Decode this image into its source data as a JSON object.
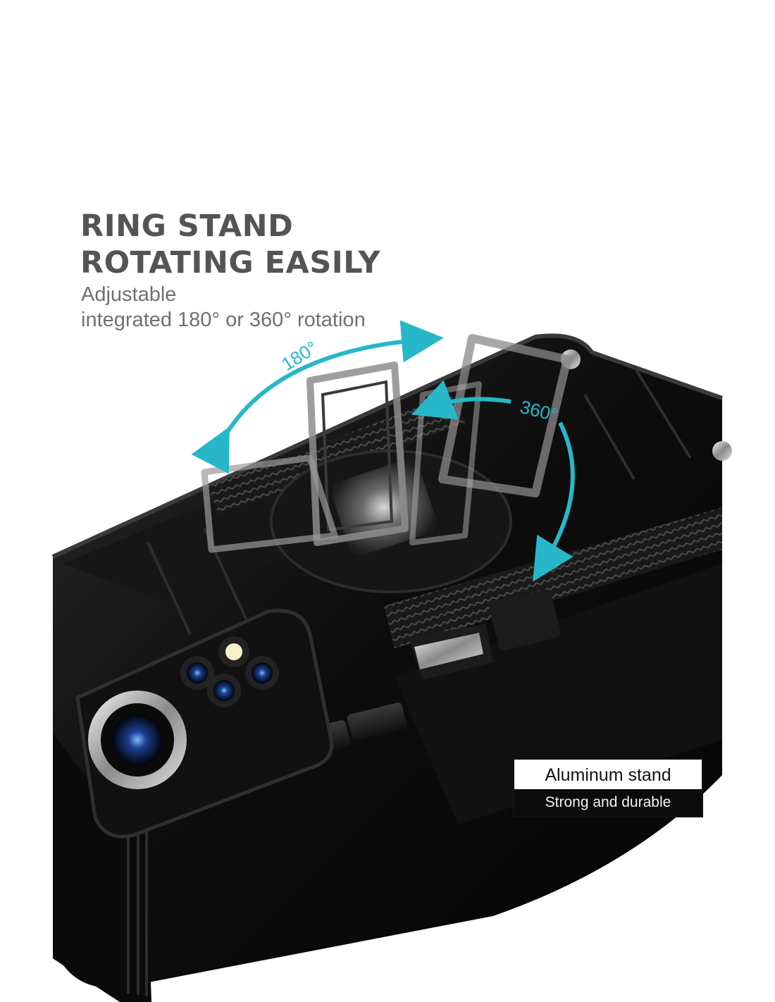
{
  "headline": {
    "line1": "RING STAND",
    "line2": "ROTATING EASILY"
  },
  "subheadline": {
    "line1": "Adjustable",
    "line2": "integrated 180° or 360° rotation"
  },
  "rotation_labels": {
    "flip": "180°",
    "spin": "360°"
  },
  "feature_box": {
    "title": "Aluminum stand",
    "subtitle": "Strong and durable"
  },
  "colors": {
    "headline": "#545454",
    "subheadline": "#707070",
    "arrow_accent": "#27b7c9",
    "case_body": "#0c0c0c",
    "background": "#ffffff"
  }
}
